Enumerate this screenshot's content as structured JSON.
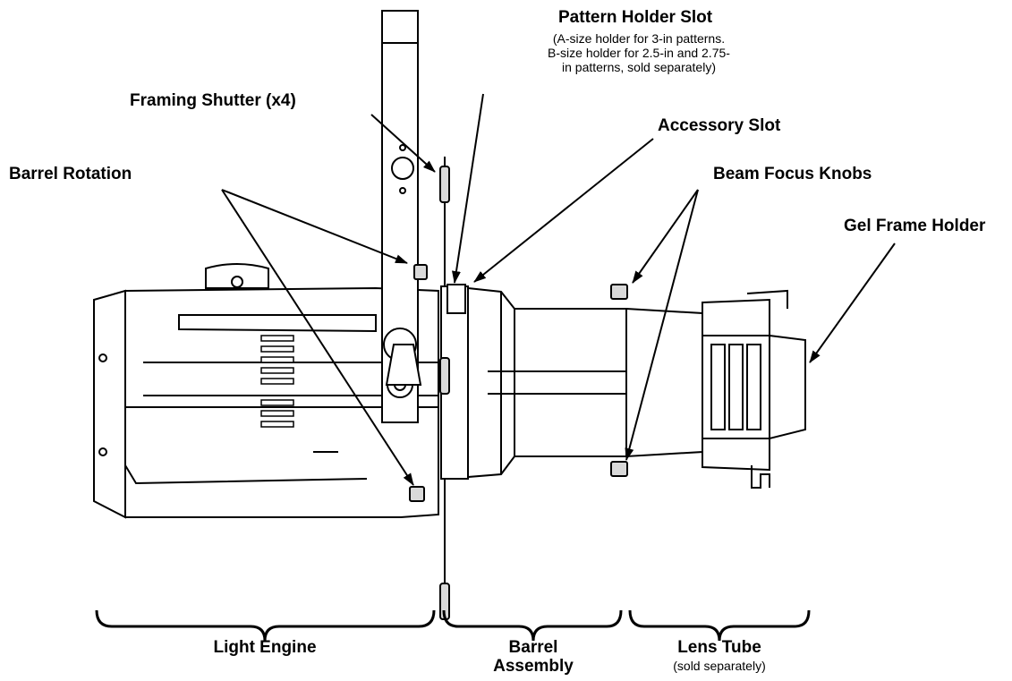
{
  "colors": {
    "ink": "#000000",
    "paper": "#ffffff",
    "shade": "#d9d9d9"
  },
  "callouts": {
    "pattern_holder_slot": {
      "title": "Pattern Holder Slot",
      "note_line1": "(A-size holder for 3-in patterns.",
      "note_line2": "B-size holder for 2.5-in and 2.75-",
      "note_line3": "in patterns, sold separately)"
    },
    "framing_shutter": "Framing Shutter (x4)",
    "accessory_slot": "Accessory Slot",
    "barrel_rotation": "Barrel Rotation",
    "beam_focus_knobs": "Beam Focus Knobs",
    "gel_frame_holder": "Gel Frame Holder"
  },
  "sections": {
    "light_engine": "Light Engine",
    "barrel_assembly_line1": "Barrel",
    "barrel_assembly_line2": "Assembly",
    "lens_tube": "Lens Tube",
    "lens_tube_note": "(sold separately)"
  }
}
